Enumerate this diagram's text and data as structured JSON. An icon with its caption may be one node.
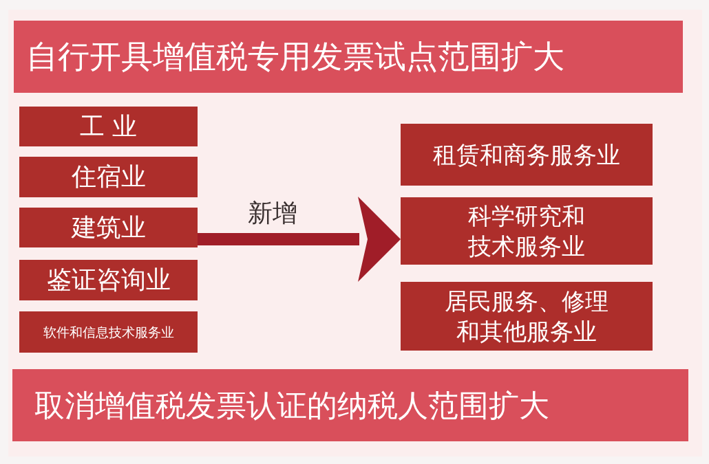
{
  "diagram": {
    "nodes": [
      {
        "text": [
          "自行开具增值税专用发票试点范围扩大"
        ]
      },
      {
        "text": [
          "工 业"
        ]
      },
      {
        "text": [
          "住宿业"
        ]
      },
      {
        "text": [
          "建筑业"
        ]
      },
      {
        "text": [
          "鉴证咨询业"
        ]
      },
      {
        "text": [
          "软件和信息技术服务业"
        ]
      },
      {
        "text": [
          "租赁和商务服务业"
        ]
      },
      {
        "text": [
          "科学研究和技术服务业"
        ]
      },
      {
        "text": [
          "居民服务、修理和其他服务业"
        ]
      },
      {
        "text": [
          "取消增值税发票认证的纳税人范围扩大"
        ]
      }
    ],
    "edges": [
      {
        "from": 3,
        "to": 7,
        "arrow": "to",
        "label": "新增"
      }
    ]
  }
}
